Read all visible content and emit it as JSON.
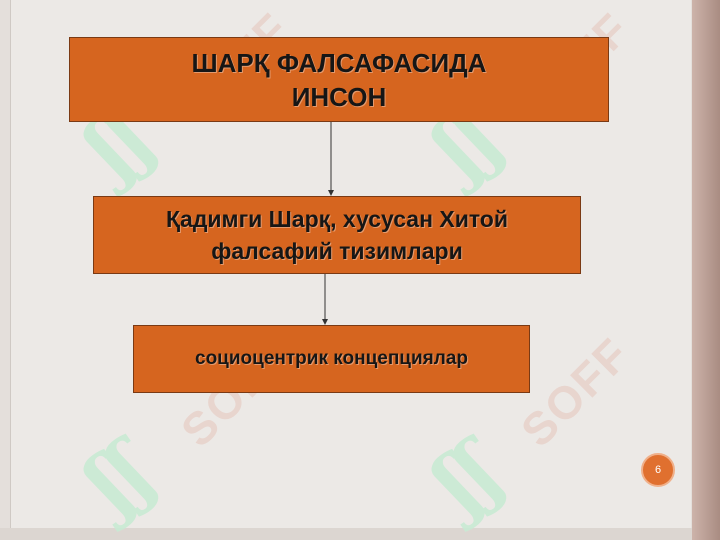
{
  "boxes": {
    "top": {
      "line1": "ШАРҚ ФАЛСАФАСИДА",
      "line2": "ИНСОН"
    },
    "middle": {
      "line1": "Қадимги Шарқ, хусусан Хитой",
      "line2": "фалсафий тизимлари"
    },
    "bottom": {
      "line1": "социоцентрик концепциялар"
    }
  },
  "page_number": "6",
  "watermark": "SOFF",
  "colors": {
    "box_fill": "#d6651f",
    "badge_fill": "#e0702f",
    "background": "#ece9e6"
  }
}
